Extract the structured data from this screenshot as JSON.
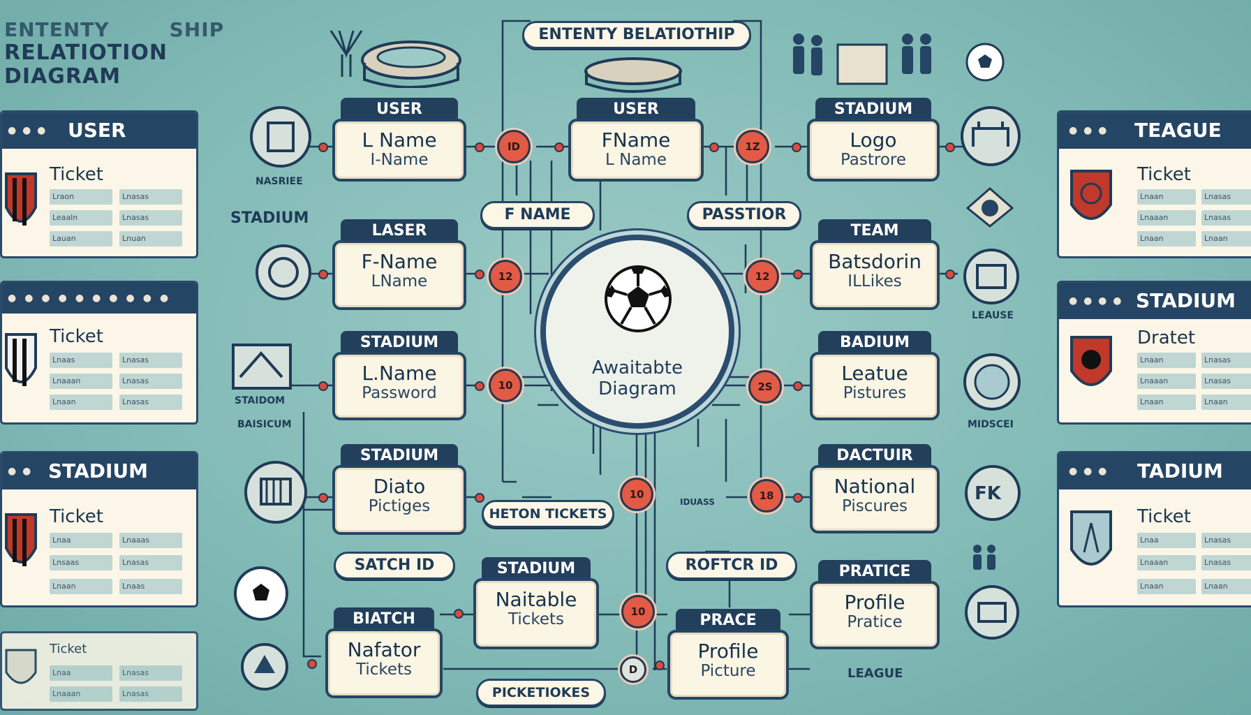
{
  "title": {
    "line1": "ENTENTY",
    "line1b": "SHIP",
    "line2": "RELATIOTION",
    "line3": "DIAGRAM"
  },
  "top_pill": "ENTENTY BELATIOTHIP",
  "center": {
    "line1": "Awaitabte",
    "line2": "Diagram"
  },
  "entities": {
    "user_a": {
      "header": "USER",
      "f1": "L Name",
      "f2": "I-Name"
    },
    "user_b": {
      "header": "USER",
      "f1": "FName",
      "f2": "L Name"
    },
    "stadium_a": {
      "header": "STADIUM",
      "f1": "Logo",
      "f2": "Pastrore"
    },
    "laser": {
      "header": "LASER",
      "f1": "F-Name",
      "f2": "LName"
    },
    "team": {
      "header": "TEAM",
      "f1": "Batsdorin",
      "f2": "ILLikes"
    },
    "stadium_b": {
      "header": "STADIUM",
      "f1": "L.Name",
      "f2": "Password"
    },
    "badium": {
      "header": "BADIUM",
      "f1": "Leatue",
      "f2": "Pistures"
    },
    "stadium_c": {
      "header": "STADIUM",
      "f1": "Diato",
      "f2": "Pictiges"
    },
    "dactuir": {
      "header": "DACTUIR",
      "f1": "National",
      "f2": "Piscures"
    },
    "stadium_d": {
      "header": "STADIUM",
      "f1": "Naitable",
      "f2": "Tickets"
    },
    "pratice": {
      "header": "PRATICE",
      "f1": "Profile",
      "f2": "Pratice"
    },
    "biatch": {
      "header": "BIATCH",
      "f1": "Nafator",
      "f2": "Tickets"
    },
    "prace": {
      "header": "PRACE",
      "f1": "Profile",
      "f2": "Picture"
    }
  },
  "relations": {
    "r1": "ID",
    "r2": "1Z",
    "r3": "12",
    "r4": "12",
    "r5": "10",
    "r6": "2S",
    "r7": "10",
    "r8": "18",
    "r9": "10",
    "r10": "D"
  },
  "attribute_pills": {
    "fname": "F NAME",
    "passtor": "PASSTIOR",
    "heton": "HETON TICKETS",
    "satch": "SATCH ID",
    "roftcr": "ROFTCR ID",
    "picke": "PICKETIOKES"
  },
  "cards": {
    "left1": {
      "name": "USER",
      "label": "Ticket",
      "rows": [
        "Lraon",
        "Lnasas",
        "Leaaln",
        "Lnasas",
        "Lauan",
        "Lnuan"
      ]
    },
    "left2": {
      "name": "",
      "label": "Ticket",
      "rows": [
        "Lnaas",
        "Lnasas",
        "Lnaaan",
        "Lnasas",
        "Lnaan",
        "Lnasas"
      ]
    },
    "left3": {
      "name": "STADIUM",
      "label": "Ticket",
      "rows": [
        "Lnaa",
        "Lnaaas",
        "Lnsaas",
        "Lnasas",
        "Lnaan",
        "Lnaas"
      ]
    },
    "left4": {
      "name": "",
      "label": "Ticket",
      "rows": [
        "Lnaa",
        "Lnasas",
        "Lnaaan",
        "Lnasas"
      ]
    },
    "right1": {
      "name": "TEAGUE",
      "label": "Ticket",
      "rows": [
        "Lnaan",
        "Lnasas",
        "Lnaaan",
        "Lnasas",
        "Lnaan",
        "Lnaan"
      ]
    },
    "right2": {
      "name": "STADIUM",
      "label": "Dratet",
      "rows": [
        "Lnaan",
        "Lnasas",
        "Lnaaan",
        "Lnasas",
        "Lnaan",
        "Lnaan"
      ]
    },
    "right3": {
      "name": "TADIUM",
      "label": "Ticket",
      "rows": [
        "Lnaa",
        "Lnasas",
        "Lnaaan",
        "Lnasas",
        "Lnaan",
        "Lnaan"
      ]
    }
  },
  "icon_labels": {
    "nasriee": "NASRIEE",
    "stadium": "STADIUM",
    "staidom": "STAIDOM",
    "baisicum": "BAISICUM",
    "leause": "LEAUSE",
    "midscei": "MIDSCEI",
    "fk": "FK",
    "league": "LEAGUE",
    "iduass": "IDUASS"
  },
  "colors": {
    "background": "#7fb8b5",
    "navy": "#223f5c",
    "cream": "#fbf5e4",
    "relation": "#e35a45"
  }
}
